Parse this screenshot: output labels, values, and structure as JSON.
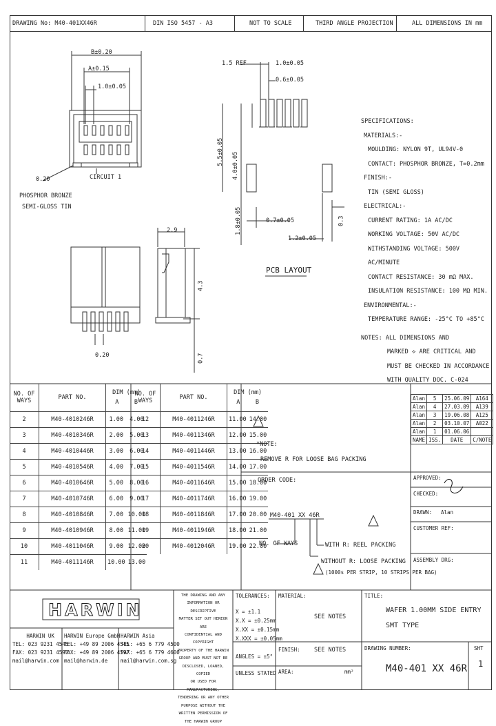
{
  "title_bar": {
    "drawing_no": "DRAWING No: M40-401XX46R",
    "first_angle": "DIN ISO 5457 - A3",
    "not_to_scale": "NOT TO SCALE",
    "projection": "THIRD ANGLE PROJECTION",
    "dimensions": "ALL DIMENSIONS IN mm"
  },
  "top_view": {
    "dim_b": "B±0.20",
    "dim_a": "A±0.15",
    "dim_pitch": "1.0±0.05",
    "circuit1": "CIRCUIT 1",
    "pin_thickness": "0.20",
    "pin_material_1": "PHOSPHOR BRONZE",
    "pin_material_2": "SEMI-GLOSS TIN"
  },
  "side_view": {
    "dim_w": "2.9",
    "dim_h1": "4.3",
    "dim_h2": "0.7",
    "pin_width": "0.20"
  },
  "pcb": {
    "ref": "1.5 REF",
    "dim1": "1.0±0.05",
    "dim2": "0.6±0.05",
    "dim3": "5.5±0.05",
    "dim4": "4.0±0.05",
    "dim5": "1.8±0.05",
    "dim6": "0.7±0.05",
    "dim7": "1.2±0.05",
    "dim8": "0.3",
    "label": "PCB LAYOUT"
  },
  "specs": {
    "heading": "SPECIFICATIONS:",
    "lines": [
      "MATERIALS:-",
      "MOULDING: NYLON 9T, UL94V-0",
      "CONTACT: PHOSPHOR BRONZE, T=0.2mm",
      "FINISH:-",
      "TIN (SEMI GLOSS)",
      "ELECTRICAL:-",
      "CURRENT RATING: 1A AC/DC",
      "WORKING VOLTAGE: 50V AC/DC",
      "WITHSTANDING VOLTAGE: 500V AC/MINUTE",
      "CONTACT RESISTANCE: 30 mΩ MAX.",
      "INSULATION RESISTANCE: 100 MΩ MIN.",
      "ENVIRONMENTAL:-",
      "TEMPERATURE RANGE: -25°C TO +85°C"
    ],
    "notes": [
      "NOTES: ALL DIMENSIONS AND",
      "MARKED ⟡ ARE CRITICAL AND",
      "MUST BE CHECKED IN ACCORDANCE",
      "WITH QUALITY DOC. C-024"
    ]
  },
  "table_headers": {
    "ways": "NO. OF WAYS",
    "part": "PART NO.",
    "dim": "DIM (mm)",
    "a": "A",
    "b": "B"
  },
  "table_left": [
    [
      "2",
      "M40-4010246R",
      "1.00",
      "4.00"
    ],
    [
      "3",
      "M40-4010346R",
      "2.00",
      "5.00"
    ],
    [
      "4",
      "M40-4010446R",
      "3.00",
      "6.00"
    ],
    [
      "5",
      "M40-4010546R",
      "4.00",
      "7.00"
    ],
    [
      "6",
      "M40-4010646R",
      "5.00",
      "8.00"
    ],
    [
      "7",
      "M40-4010746R",
      "6.00",
      "9.00"
    ],
    [
      "8",
      "M40-4010846R",
      "7.00",
      "10.00"
    ],
    [
      "9",
      "M40-4010946R",
      "8.00",
      "11.00"
    ],
    [
      "10",
      "M40-4011046R",
      "9.00",
      "12.00"
    ],
    [
      "11",
      "M40-4011146R",
      "10.00",
      "13.00"
    ]
  ],
  "table_right": [
    [
      "12",
      "M40-4011246R",
      "11.00",
      "14.00"
    ],
    [
      "13",
      "M40-4011346R",
      "12.00",
      "15.00"
    ],
    [
      "14",
      "M40-4011446R",
      "13.00",
      "16.00"
    ],
    [
      "15",
      "M40-4011546R",
      "14.00",
      "17.00"
    ],
    [
      "16",
      "M40-4011646R",
      "15.00",
      "18.00"
    ],
    [
      "17",
      "M40-4011746R",
      "16.00",
      "19.00"
    ],
    [
      "18",
      "M40-4011846R",
      "17.00",
      "20.00"
    ],
    [
      "19",
      "M40-4011946R",
      "18.00",
      "21.00"
    ],
    [
      "20",
      "M40-4012046R",
      "19.00",
      "22.00"
    ]
  ],
  "note_box": {
    "note_head": "*NOTE:",
    "note_text": "REMOVE R FOR LOOSE BAG PACKING",
    "order_code": "ORDER CODE:",
    "code": "M40-401 XX 46R",
    "ways": "NO. OF WAYS",
    "with_r": "WITH R: REEL PACKING",
    "without_r": "WITHOUT R: LOOSE PACKING",
    "reel_note": "(1000s PER STRIP, 10 STRIPS PER BAG)"
  },
  "revisions": [
    [
      "Alan",
      "5",
      "25.06.09",
      "A164"
    ],
    [
      "Alan",
      "4",
      "27.03.09",
      "A139"
    ],
    [
      "Alan",
      "3",
      "19.06.08",
      "A125"
    ],
    [
      "Alan",
      "2",
      "03.10.07",
      "A022"
    ],
    [
      "Alan",
      "1",
      "01.06.06",
      ""
    ]
  ],
  "rev_headers": [
    "NAME",
    "ISS.",
    "DATE",
    "C/NOTE"
  ],
  "approvals": {
    "approved": "APPROVED:",
    "checked": "CHECKED:",
    "drawn": "DRAWN:",
    "drawn_by": "Alan",
    "customer": "CUSTOMER REF:",
    "assembly": "ASSEMBLY DRG:"
  },
  "footer": {
    "logo": "HARWIN",
    "uk": [
      "HARWIN UK",
      "TEL: 023 9231 4545",
      "FAX: 023 9231 4597",
      "mail@harwin.com"
    ],
    "europe": [
      "HARWIN Europe GmbH",
      "TEL: +49 89 2006 4545",
      "FAX: +49 89 2006 4597",
      "mail@harwin.de"
    ],
    "asia": [
      "HARWIN Asia",
      "TEL: +65 6 779 4500",
      "FAX: +65 6 779 4600",
      "mail@harwin.com.sg"
    ],
    "copyright": [
      "THE DRAWING AND ANY",
      "INFORMATION OR DESCRIPTIVE",
      "MATTER SET OUT HEREON ARE",
      "CONFIDENTIAL AND COPYRIGHT",
      "PROPERTY OF THE HARWIN",
      "GROUP AND MUST NOT BE",
      "DISCLOSED, LOANED, COPIED",
      "OR USED FOR MANUFACTURING,",
      "TENDERING OR ANY OTHER",
      "PURPOSE WITHOUT THE",
      "WRITTEN PERMISSION OF",
      "THE HARWIN GROUP"
    ],
    "tolerances": "TOLERANCES:",
    "material": "MATERIAL:",
    "tol_lines": [
      "X = ±1.1",
      "X.X = ±0.25mm",
      "X.XX = ±0.15mm",
      "X.XXX = ±0.05mm"
    ],
    "see_notes1": "SEE NOTES",
    "angles": "ANGLES = ±5°",
    "unless": "UNLESS STATED",
    "finish": "FINISH:",
    "see_notes2": "SEE NOTES",
    "area": "AREA:",
    "area_unit": "mm²",
    "title_label": "TITLE:",
    "title1": "WAFER 1.00MM SIDE ENTRY",
    "title2": "SMT TYPE",
    "drawing_number_label": "DRAWING NUMBER:",
    "drawing_number": "M40-401 XX 46R",
    "sht": "SHT",
    "sht_num": "1"
  }
}
